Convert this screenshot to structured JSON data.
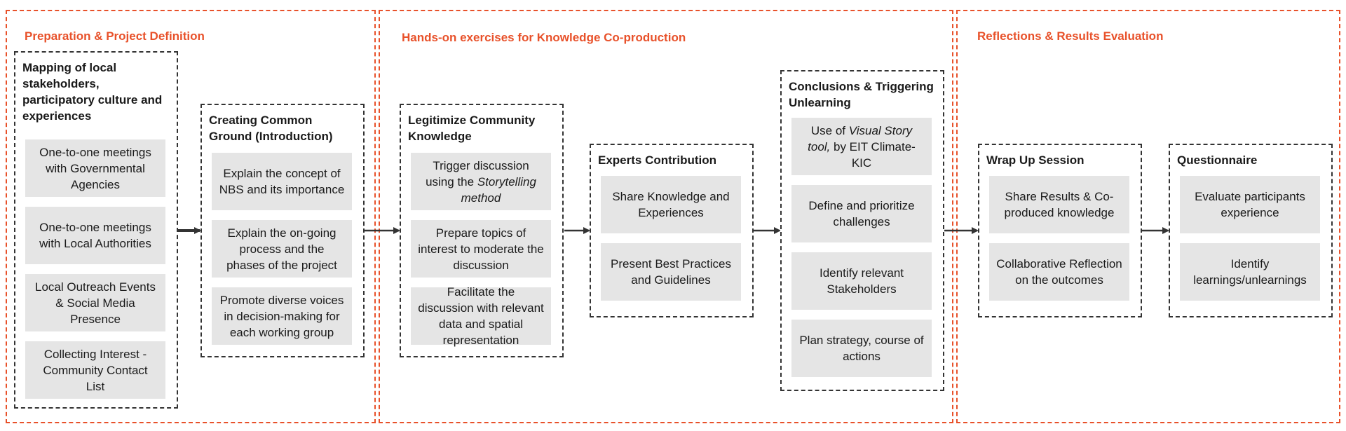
{
  "phases": [
    {
      "title": "Preparation & Project Definition"
    },
    {
      "title": "Hands-on exercises for Knowledge Co-production"
    },
    {
      "title": "Reflections & Results Evaluation"
    }
  ],
  "stages": [
    {
      "title": "Mapping of local stakeholders, participatory culture and experiences",
      "tasks": [
        {
          "text": "One-to-one meetings with Governmental Agencies"
        },
        {
          "text": "One-to-one meetings with Local Authorities"
        },
        {
          "text": "Local Outreach Events & Social Media Presence"
        },
        {
          "text": "Collecting Interest - Community Contact List"
        }
      ]
    },
    {
      "title": "Creating Common Ground (Introduction)",
      "tasks": [
        {
          "text": "Explain the concept of NBS and its importance"
        },
        {
          "text": "Explain the on-going process and the phases of the project"
        },
        {
          "text": "Promote diverse voices in decision-making for each working group"
        }
      ]
    },
    {
      "title": "Legitimize Community Knowledge",
      "tasks": [
        {
          "pre": "Trigger discussion using the ",
          "em": "Storytelling method",
          "post": ""
        },
        {
          "text": "Prepare topics of interest to moderate the discussion"
        },
        {
          "text": "Facilitate the discussion with relevant data and spatial representation"
        }
      ]
    },
    {
      "title": "Experts Contribution",
      "tasks": [
        {
          "text": "Share Knowledge and Experiences"
        },
        {
          "text": "Present Best Practices and Guidelines"
        }
      ]
    },
    {
      "title": "Conclusions & Triggering Unlearning",
      "tasks": [
        {
          "pre": "Use of ",
          "em": "Visual Story tool,",
          "post": " by EIT Climate-KIC"
        },
        {
          "text": "Define and prioritize challenges"
        },
        {
          "text": "Identify relevant Stakeholders"
        },
        {
          "text": "Plan strategy, course of actions"
        }
      ]
    },
    {
      "title": "Wrap Up Session",
      "tasks": [
        {
          "text": "Share Results & Co-produced knowledge"
        },
        {
          "text": "Collaborative Reflection on the outcomes"
        }
      ]
    },
    {
      "title": "Questionnaire",
      "tasks": [
        {
          "text": "Evaluate participants experience"
        },
        {
          "text": "Identify learnings/unlearnings"
        }
      ]
    }
  ],
  "colors": {
    "phase_border": "#e8512a",
    "stage_border": "#333333",
    "task_fill": "#e5e5e5",
    "arrow": "#333333"
  }
}
